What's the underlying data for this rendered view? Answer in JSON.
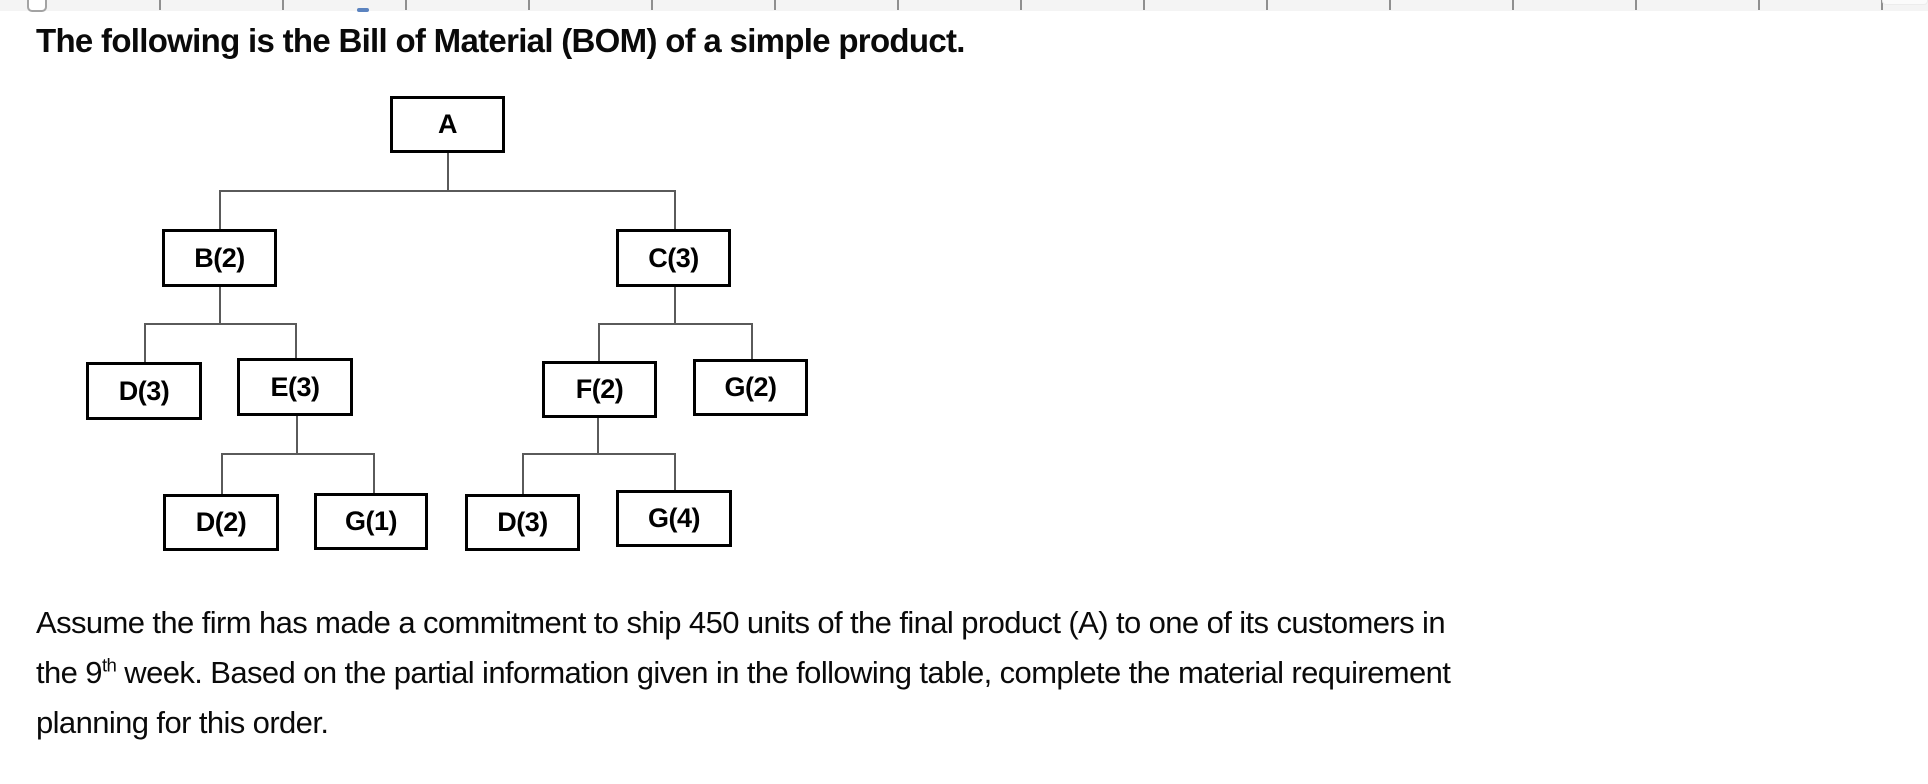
{
  "document": {
    "intro_text": "The following is the Bill of Material (BOM) of a simple product.",
    "paragraph": {
      "line1": "Assume the firm has made a commitment to ship 450 units of the final product (A) to one of its customers in",
      "line2_before_sup": "the 9",
      "line2_sup": "th",
      "line2_after_sup": " week. Based on the partial information given in the following table, complete the material requirement",
      "line3": "planning for this order."
    }
  },
  "bom_tree": {
    "title": "Bill of Material (BOM) tree",
    "nodes": [
      {
        "id": "A",
        "label": "A",
        "parent": null
      },
      {
        "id": "B",
        "label": "B(2)",
        "parent": "A"
      },
      {
        "id": "C",
        "label": "C(3)",
        "parent": "A"
      },
      {
        "id": "D1",
        "label": "D(3)",
        "parent": "B"
      },
      {
        "id": "E",
        "label": "E(3)",
        "parent": "B"
      },
      {
        "id": "F",
        "label": "F(2)",
        "parent": "C"
      },
      {
        "id": "G1",
        "label": "G(2)",
        "parent": "C"
      },
      {
        "id": "D2",
        "label": "D(2)",
        "parent": "E"
      },
      {
        "id": "G2",
        "label": "G(1)",
        "parent": "E"
      },
      {
        "id": "D3",
        "label": "D(3)",
        "parent": "F"
      },
      {
        "id": "G3",
        "label": "G(4)",
        "parent": "F"
      }
    ]
  },
  "colors": {
    "box_border": "#000000",
    "connector": "#5a5a5a",
    "ruler_background": "#f4f4f4",
    "ruler_tick": "#8f8f8f",
    "blue_mark": "#3f6fb5"
  }
}
